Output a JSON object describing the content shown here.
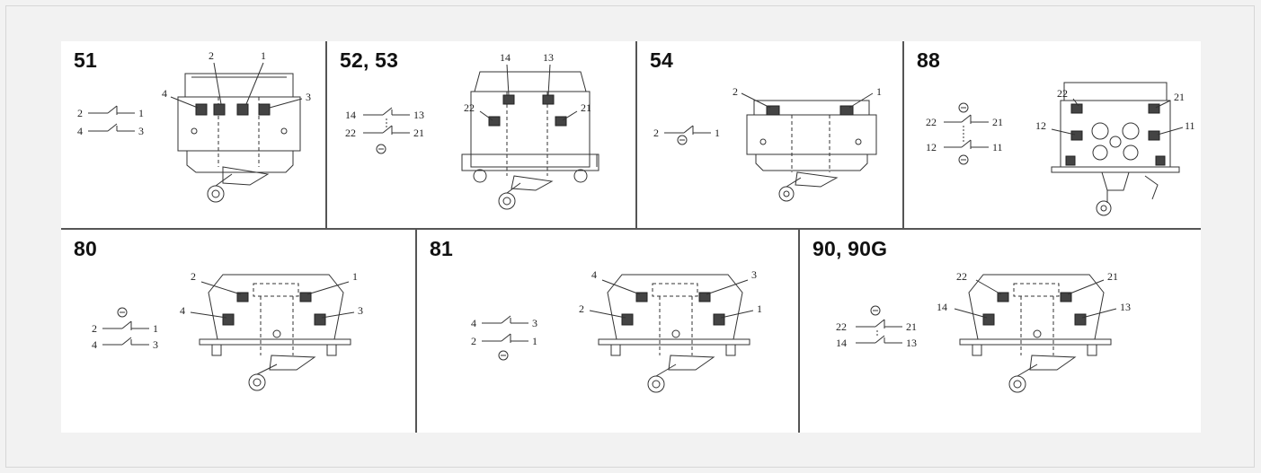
{
  "cells": [
    {
      "code": "51",
      "schematic": [
        [
          "2",
          "1"
        ],
        [
          "4",
          "3"
        ]
      ],
      "callouts": [
        "4",
        "2",
        "1",
        "3"
      ]
    },
    {
      "code": "52, 53",
      "schematic": [
        [
          "14",
          "13"
        ],
        [
          "22",
          "21"
        ]
      ],
      "callouts": [
        "14",
        "13",
        "22",
        "21"
      ]
    },
    {
      "code": "54",
      "schematic": [
        [
          "2",
          "1"
        ]
      ],
      "callouts": [
        "2",
        "1"
      ]
    },
    {
      "code": "88",
      "schematic": [
        [
          "22",
          "21"
        ],
        [
          "12",
          "11"
        ]
      ],
      "callouts": [
        "22",
        "21",
        "12",
        "11"
      ]
    },
    {
      "code": "80",
      "schematic": [
        [
          "2",
          "1"
        ],
        [
          "4",
          "3"
        ]
      ],
      "callouts": [
        "2",
        "1",
        "4",
        "3"
      ]
    },
    {
      "code": "81",
      "schematic": [
        [
          "4",
          "3"
        ],
        [
          "2",
          "1"
        ]
      ],
      "callouts": [
        "4",
        "3",
        "2",
        "1"
      ]
    },
    {
      "code": "90, 90G",
      "schematic": [
        [
          "22",
          "21"
        ],
        [
          "14",
          "13"
        ]
      ],
      "callouts": [
        "22",
        "21",
        "14",
        "13"
      ]
    }
  ]
}
